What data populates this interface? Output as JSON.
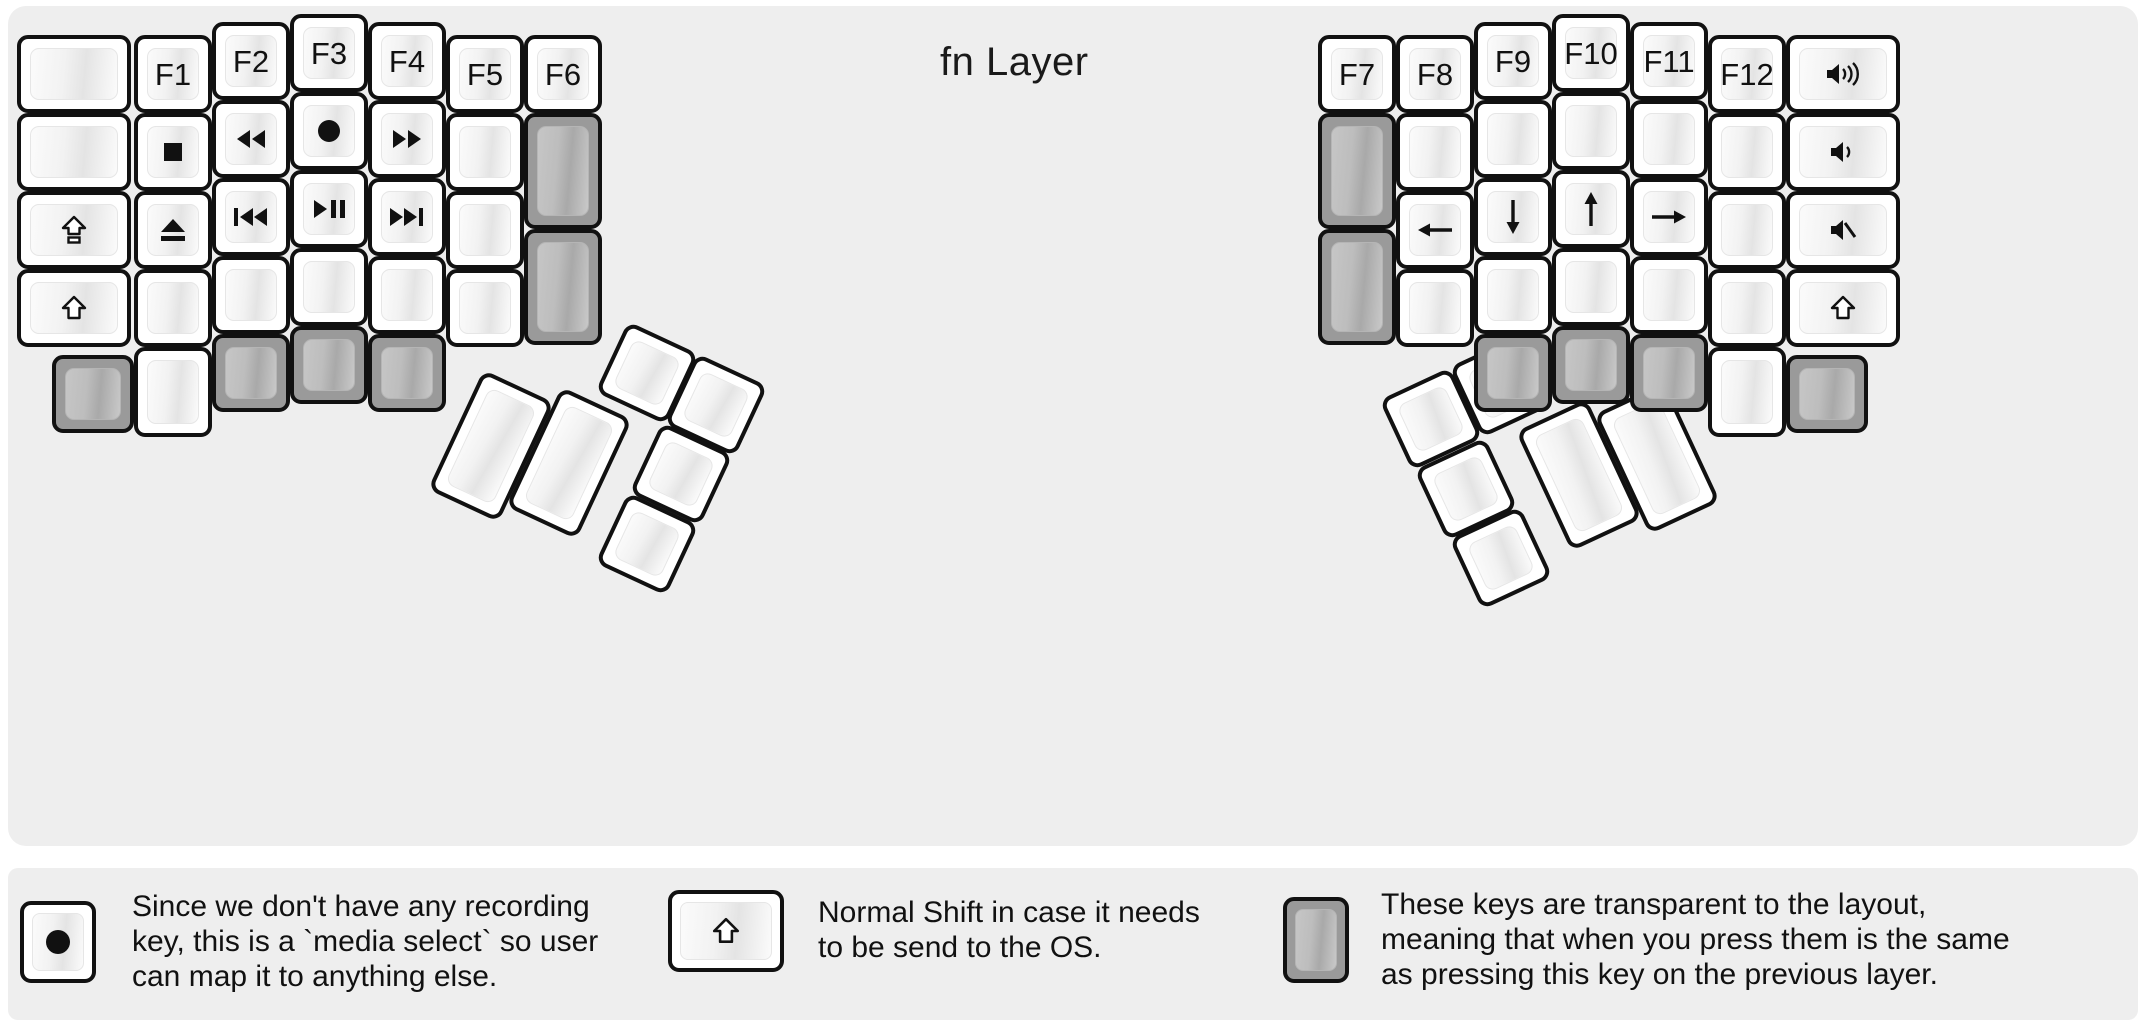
{
  "title": "fn Layer",
  "colors": {
    "panel_background": "#eeeeee",
    "page_background": "#ffffff",
    "key_outline": "#111111",
    "key_face": "#f2f2f2",
    "transparent_key": "#9a9a9a",
    "text": "#111111"
  },
  "left_half": {
    "columns": [
      {
        "name": "pinky-outer",
        "keys": [
          {
            "label": "",
            "icon": "",
            "type": "blank"
          },
          {
            "label": "",
            "icon": "",
            "type": "blank"
          },
          {
            "label": "⇧",
            "icon": "caps-lock-icon",
            "type": "glyph"
          },
          {
            "label": "⇧",
            "icon": "shift-icon",
            "type": "glyph"
          },
          {
            "label": "",
            "icon": "",
            "type": "transparent"
          }
        ]
      },
      {
        "name": "pinky",
        "keys": [
          {
            "label": "F1",
            "icon": "",
            "type": "text"
          },
          {
            "label": "■",
            "icon": "media-stop-icon",
            "type": "glyph"
          },
          {
            "label": "⏏",
            "icon": "media-eject-icon",
            "type": "glyph"
          },
          {
            "label": "",
            "icon": "",
            "type": "blank"
          },
          {
            "label": "",
            "icon": "",
            "type": "blank"
          }
        ]
      },
      {
        "name": "ring",
        "keys": [
          {
            "label": "F2",
            "icon": "",
            "type": "text"
          },
          {
            "label": "⏪",
            "icon": "media-rewind-icon",
            "type": "glyph"
          },
          {
            "label": "⏮",
            "icon": "media-previous-icon",
            "type": "glyph"
          },
          {
            "label": "",
            "icon": "",
            "type": "blank"
          },
          {
            "label": "",
            "icon": "",
            "type": "transparent"
          }
        ]
      },
      {
        "name": "middle",
        "keys": [
          {
            "label": "F3",
            "icon": "",
            "type": "text"
          },
          {
            "label": "●",
            "icon": "media-record-icon",
            "type": "glyph"
          },
          {
            "label": "⏯",
            "icon": "media-play-pause-icon",
            "type": "glyph"
          },
          {
            "label": "",
            "icon": "",
            "type": "blank"
          },
          {
            "label": "",
            "icon": "",
            "type": "transparent"
          }
        ]
      },
      {
        "name": "index",
        "keys": [
          {
            "label": "F4",
            "icon": "",
            "type": "text"
          },
          {
            "label": "⏩",
            "icon": "media-fast-forward-icon",
            "type": "glyph"
          },
          {
            "label": "⏭",
            "icon": "media-next-icon",
            "type": "glyph"
          },
          {
            "label": "",
            "icon": "",
            "type": "blank"
          },
          {
            "label": "",
            "icon": "",
            "type": "transparent"
          }
        ]
      },
      {
        "name": "inner",
        "keys": [
          {
            "label": "F5",
            "icon": "",
            "type": "text"
          },
          {
            "label": "",
            "icon": "",
            "type": "blank"
          },
          {
            "label": "",
            "icon": "",
            "type": "blank"
          },
          {
            "label": "",
            "icon": "",
            "type": "blank"
          }
        ]
      },
      {
        "name": "inner-most",
        "keys": [
          {
            "label": "F6",
            "icon": "",
            "type": "text"
          },
          {
            "label": "",
            "icon": "",
            "type": "transparent"
          },
          {
            "label": "",
            "icon": "",
            "type": "transparent"
          }
        ]
      }
    ],
    "thumb_cluster": [
      {
        "label": "",
        "icon": "",
        "type": "blank"
      },
      {
        "label": "",
        "icon": "",
        "type": "blank"
      },
      {
        "label": "",
        "icon": "",
        "type": "blank"
      },
      {
        "label": "",
        "icon": "",
        "type": "blank"
      },
      {
        "label": "",
        "icon": "",
        "type": "blank"
      },
      {
        "label": "",
        "icon": "",
        "type": "blank"
      }
    ]
  },
  "right_half": {
    "columns": [
      {
        "name": "inner-most",
        "keys": [
          {
            "label": "F7",
            "icon": "",
            "type": "text"
          },
          {
            "label": "",
            "icon": "",
            "type": "transparent"
          },
          {
            "label": "",
            "icon": "",
            "type": "transparent"
          }
        ]
      },
      {
        "name": "inner",
        "keys": [
          {
            "label": "F8",
            "icon": "",
            "type": "text"
          },
          {
            "label": "",
            "icon": "",
            "type": "blank"
          },
          {
            "label": "←",
            "icon": "arrow-left-icon",
            "type": "arrow"
          },
          {
            "label": "",
            "icon": "",
            "type": "blank"
          }
        ]
      },
      {
        "name": "index",
        "keys": [
          {
            "label": "F9",
            "icon": "",
            "type": "text"
          },
          {
            "label": "",
            "icon": "",
            "type": "blank"
          },
          {
            "label": "↓",
            "icon": "arrow-down-icon",
            "type": "arrow"
          },
          {
            "label": "",
            "icon": "",
            "type": "blank"
          },
          {
            "label": "",
            "icon": "",
            "type": "transparent"
          }
        ]
      },
      {
        "name": "middle",
        "keys": [
          {
            "label": "F10",
            "icon": "",
            "type": "text"
          },
          {
            "label": "",
            "icon": "",
            "type": "blank"
          },
          {
            "label": "↑",
            "icon": "arrow-up-icon",
            "type": "arrow"
          },
          {
            "label": "",
            "icon": "",
            "type": "blank"
          },
          {
            "label": "",
            "icon": "",
            "type": "transparent"
          }
        ]
      },
      {
        "name": "ring",
        "keys": [
          {
            "label": "F11",
            "icon": "",
            "type": "text"
          },
          {
            "label": "",
            "icon": "",
            "type": "blank"
          },
          {
            "label": "→",
            "icon": "arrow-right-icon",
            "type": "arrow"
          },
          {
            "label": "",
            "icon": "",
            "type": "blank"
          },
          {
            "label": "",
            "icon": "",
            "type": "transparent"
          }
        ]
      },
      {
        "name": "pinky",
        "keys": [
          {
            "label": "F12",
            "icon": "",
            "type": "text"
          },
          {
            "label": "",
            "icon": "",
            "type": "blank"
          },
          {
            "label": "",
            "icon": "",
            "type": "blank"
          },
          {
            "label": "",
            "icon": "",
            "type": "blank"
          },
          {
            "label": "",
            "icon": "",
            "type": "blank"
          }
        ]
      },
      {
        "name": "pinky-outer",
        "keys": [
          {
            "label": "🔊",
            "icon": "volume-up-icon",
            "type": "glyph"
          },
          {
            "label": "🔉",
            "icon": "volume-down-icon",
            "type": "glyph"
          },
          {
            "label": "🔇",
            "icon": "volume-mute-icon",
            "type": "glyph"
          },
          {
            "label": "⇧",
            "icon": "shift-icon",
            "type": "glyph"
          },
          {
            "label": "",
            "icon": "",
            "type": "transparent"
          }
        ]
      }
    ],
    "thumb_cluster": [
      {
        "label": "",
        "icon": "",
        "type": "blank"
      },
      {
        "label": "",
        "icon": "",
        "type": "blank"
      },
      {
        "label": "",
        "icon": "",
        "type": "blank"
      },
      {
        "label": "",
        "icon": "",
        "type": "blank"
      },
      {
        "label": "",
        "icon": "",
        "type": "blank"
      },
      {
        "label": "",
        "icon": "",
        "type": "blank"
      }
    ]
  },
  "legend": [
    {
      "key_icon": "media-record-icon",
      "key_type": "normal",
      "text": "Since we don't have any recording\nkey, this is a `media select` so user\ncan map it to anything else."
    },
    {
      "key_icon": "shift-icon",
      "key_type": "normal",
      "text": "Normal Shift in case it needs\nto be send to the OS."
    },
    {
      "key_icon": "",
      "key_type": "transparent",
      "text": "These keys are transparent to the layout,\nmeaning that when you press them is the same\nas pressing this key on the previous layer."
    }
  ]
}
